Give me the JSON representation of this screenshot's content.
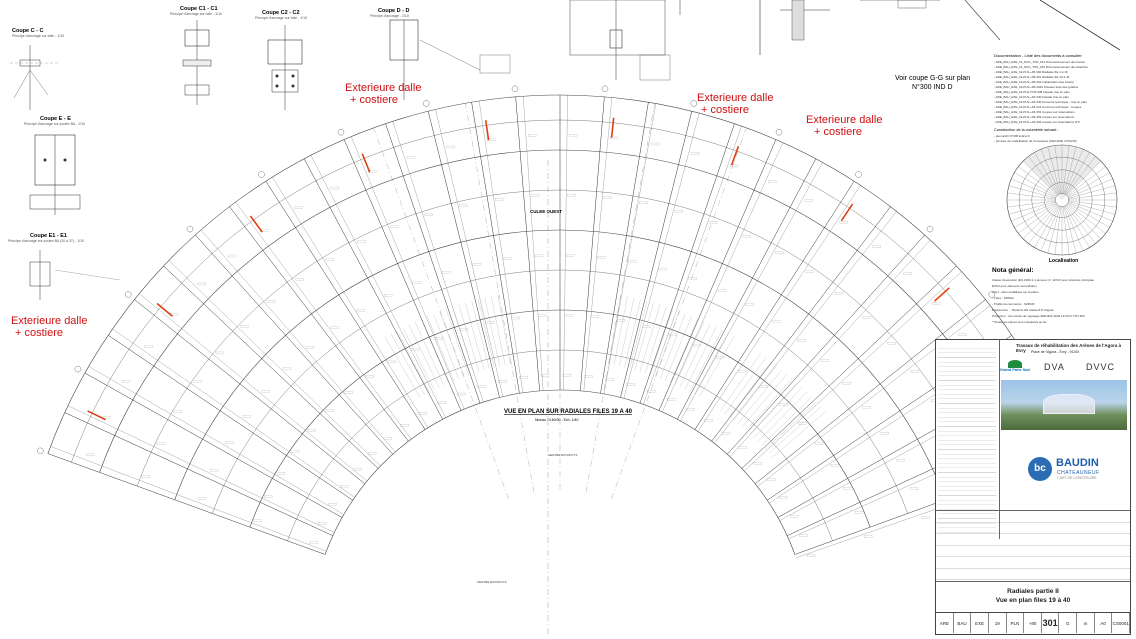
{
  "sections": [
    {
      "title": "Coupe C - C",
      "sub": "Principe d'ancrage sur toile - 1/10"
    },
    {
      "title": "Coupe C1 - C1",
      "sub": "Principe d'ancrage sur toile - 1/10"
    },
    {
      "title": "Coupe C2 - C2",
      "sub": "Principe d'ancrage sur toile - 1/10"
    },
    {
      "title": "Coupe D - D",
      "sub": "Principe d'ancrage - 1/10"
    },
    {
      "title": "Coupe E - E",
      "sub": "Principe d'ancrage sur poutre BA - 1/10"
    },
    {
      "title": "Coupe E1 - E1",
      "sub": "Principe d'ancrage sur poutre BA (20 à 37) - 1/10"
    }
  ],
  "callouts": [
    {
      "line1": "Exterieure dalle",
      "line2": "+ costiere"
    },
    {
      "line1": "Exterieure dalle",
      "line2": "+ costiere"
    },
    {
      "line1": "Exterieure dalle",
      "line2": "+ costiere"
    },
    {
      "line1": "Exterieure dalle",
      "line2": "+ costiere"
    }
  ],
  "plan": {
    "culee": "CULEE OUEST",
    "view_title": "VUE EN PLAN SUR RADIALES FILES 19 A 40",
    "view_sub": "Niveau 74.60/30 - Ech. 1/40",
    "centre1": "CENTRE RAYON N°1",
    "centre2": "CENTRE RAYON N°2"
  },
  "coupe_gg": {
    "line1": "Voir coupe G-G sur plan",
    "line2": "N°300 IND D"
  },
  "docs": {
    "title": "Documentation - Liste des documents à consulter",
    "items": [
      "- ARE_BAU_EXE_19_NOC_TXN_014 Dimensionnement des barres",
      "- ARE_BAU_EXE_19_NOC_TXN_015 Dimensionnement des attaches",
      "- ARE_BAU_EXE_19-PLN-+95-300 Radiales file 1 à 19",
      "- ARE_BAU_EXE_19-PLN-+95-301 Radiales file 19 à 40",
      "- ARE_BAU_EXE_19-PLN-+95-302 Implantation des inserts",
      "- ARE_BAU_EXE_19-PLN-+95-4029 Poteaux fixés des gradins",
      "- ARE_BAU_EXE_19-PLN-TXN-338 Façade Vue en plan",
      "- ARE_BAU_EXE_19-PLN-+94-330 Façade Vue en plan",
      "- ARE_BAU_EXE_19-PLN-+94-340 Couvrure technique - Vue en plan",
      "- ARE_BAU_EXE_19-PLN-+94-341 Couvrure technique - Coupes",
      "- ARE_BAU_EXE_19-PLN-+94-352 Coupes sur réservations",
      "- ARE_BAU_EXE_19-PLN-+94-353 coupes sur réservations",
      "- ARE_BAU_EXE_19-PLN-+94-354 coupes sur réservations N°2"
    ],
    "construction_title": "Construction de la volumétrie suivant :",
    "construction_items": [
      "- plan archi N°308 indice D",
      "- principe de modélisation de l'enveloppe (Mail MOE 27/02/15)"
    ]
  },
  "localisation": "Localisation",
  "notes": {
    "title": "Nota général:",
    "lines": [
      "Classe d'exécution (EN 1993-1-1 annexe C) : EXC3 pour structure principale",
      "EXC2 pour éléments secondaires",
      "Acier : acier métallique sur la place",
      "- Tôles : S355J2",
      "- Profilé du commerce : S235JR",
      "Boulonnerie : - Boulons HR classe 8.8 zingués",
      "Protection : voir carnet de rugosage ARE BAU EXE 19 NOC TXN 309",
      "* Toutes les pièces sont masquées au fer."
    ]
  },
  "titleblock": {
    "project": "Travaux de réhabilitation des Arènes de l'Agora à Evry",
    "place": "Place de l'Agora - Evry - 91100",
    "logo1": "Grand Paris Sud",
    "logo2": "DVA",
    "logo3": "DVVC",
    "company_code": "bc",
    "company": "BAUDIN",
    "company_sub": "CHATEAUNEUF",
    "company_tag": "L'ART DE CONSTRUIRE",
    "sheet_title1": "Radiales partie II",
    "sheet_title2": "Vue en plan files 19 à 40",
    "codes": [
      "ARE",
      "BAU",
      "EXE",
      "19",
      "PLN",
      "+80",
      "301",
      "G",
      "m",
      "A0",
      "CS0001"
    ]
  }
}
